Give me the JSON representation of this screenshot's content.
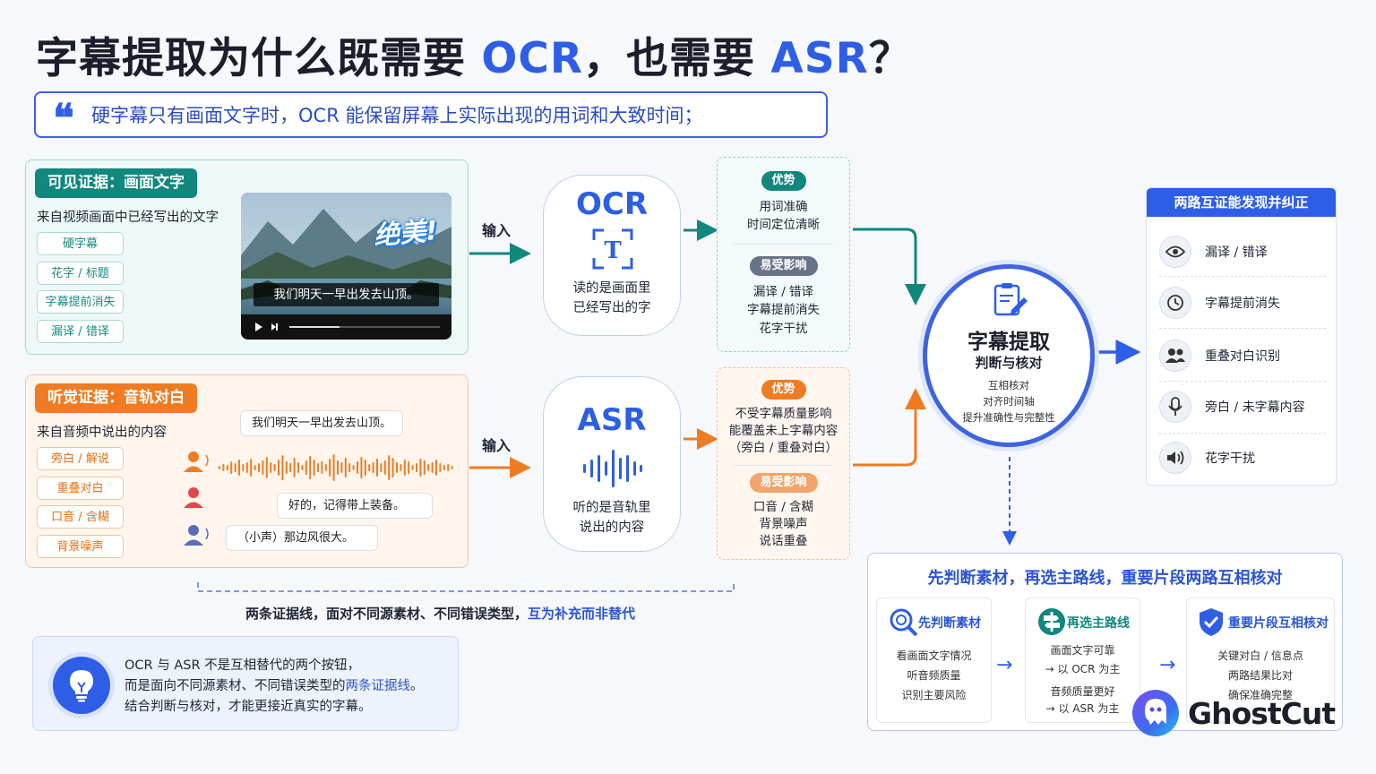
{
  "header": {
    "title_part1": "字幕提取为什么既需要 ",
    "title_ocr": "OCR",
    "title_part2": "，也需要 ",
    "title_asr": "ASR",
    "title_part3": "？"
  },
  "quote": {
    "mark": "❝",
    "text": "硬字幕只有画面文字时，OCR 能保留屏幕上实际出现的用词和大致时间；"
  },
  "visual_panel": {
    "title": "可见证据：画面文字",
    "subtitle": "来自视频画面中已经写出的文字",
    "tags": [
      "硬字幕",
      "花字 / 标题",
      "字幕提前消失",
      "漏译 / 错译"
    ],
    "video_overlay": "绝美!",
    "video_caption": "我们明天一早出发去山顶。"
  },
  "audio_panel": {
    "title": "听觉证据：音轨对白",
    "subtitle": "来自音频中说出的内容",
    "tags": [
      "旁白 / 解说",
      "重叠对白",
      "口音 / 含糊",
      "背景噪声"
    ],
    "bubbles": [
      "我们明天一早出发去山顶。",
      "好的，记得带上装备。",
      "（小声）那边风很大。"
    ]
  },
  "inputs": {
    "ocr_input": "输入",
    "asr_input": "输入"
  },
  "ocr_engine": {
    "title": "OCR",
    "icon_glyph": "T",
    "desc_line1": "读的是画面里",
    "desc_line2": "已经写出的字"
  },
  "asr_engine": {
    "title": "ASR",
    "desc_line1": "听的是音轨里",
    "desc_line2": "说出的内容"
  },
  "ocr_pros_cons": {
    "pros_label": "优势",
    "pros": [
      "用词准确",
      "时间定位清晰"
    ],
    "cons_label": "易受影响",
    "cons": [
      "漏译 / 错译",
      "字幕提前消失",
      "花字干扰"
    ]
  },
  "asr_pros_cons": {
    "pros_label": "优势",
    "pros": [
      "不受字幕质量影响",
      "能覆盖未上字幕内容",
      "（旁白 / 重叠对白）"
    ],
    "cons_label": "易受影响",
    "cons": [
      "口音 / 含糊",
      "背景噪声",
      "说话重叠"
    ]
  },
  "center": {
    "title": "字幕提取",
    "subtitle": "判断与核对",
    "notes": [
      "互相核对",
      "对齐时间轴",
      "提升准确性与完整性"
    ]
  },
  "right_list": {
    "header": "两路互证能发现并纠正",
    "items": [
      {
        "icon": "eye-icon",
        "label": "漏译 / 错译"
      },
      {
        "icon": "clock-icon",
        "label": "字幕提前消失"
      },
      {
        "icon": "people-icon",
        "label": "重叠对白识别"
      },
      {
        "icon": "microphone-icon",
        "label": "旁白 / 未字幕内容"
      },
      {
        "icon": "speaker-icon",
        "label": "花字干扰"
      }
    ]
  },
  "flow": {
    "header": "先判断素材，再选主路线，重要片段两路互相核对",
    "steps": [
      {
        "icon": "search-icon",
        "title": "先判断素材",
        "lines": [
          "看画面文字情况",
          "听音频质量",
          "识别主要风险"
        ]
      },
      {
        "icon": "route-sign-icon",
        "title": "再选主路线",
        "lines": [
          "画面文字可靠",
          "→ 以 OCR 为主",
          "音频质量更好",
          "→ 以 ASR 为主"
        ]
      },
      {
        "icon": "shield-check-icon",
        "title": "重要片段互相核对",
        "lines": [
          "关键对白 / 信息点",
          "两路结果比对",
          "确保准确完整"
        ]
      }
    ]
  },
  "two_lines": {
    "text": "两条证据线，面对不同源素材、不同错误类型，",
    "highlight": "互为补充而非替代"
  },
  "note": {
    "line1": "OCR 与 ASR 不是互相替代的两个按钮，",
    "line2_pre": "而是面向不同源素材、不同错误类型的",
    "line2_hl": "两条证据线",
    "line2_post": "。",
    "line3": "结合判断与核对，才能更接近真实的字幕。"
  },
  "brand": {
    "name": "GhostCut"
  },
  "colors": {
    "blue": "#2f5ee6",
    "teal": "#11877d",
    "orange": "#ef7b22",
    "light_blue": "#dfe7fb"
  }
}
